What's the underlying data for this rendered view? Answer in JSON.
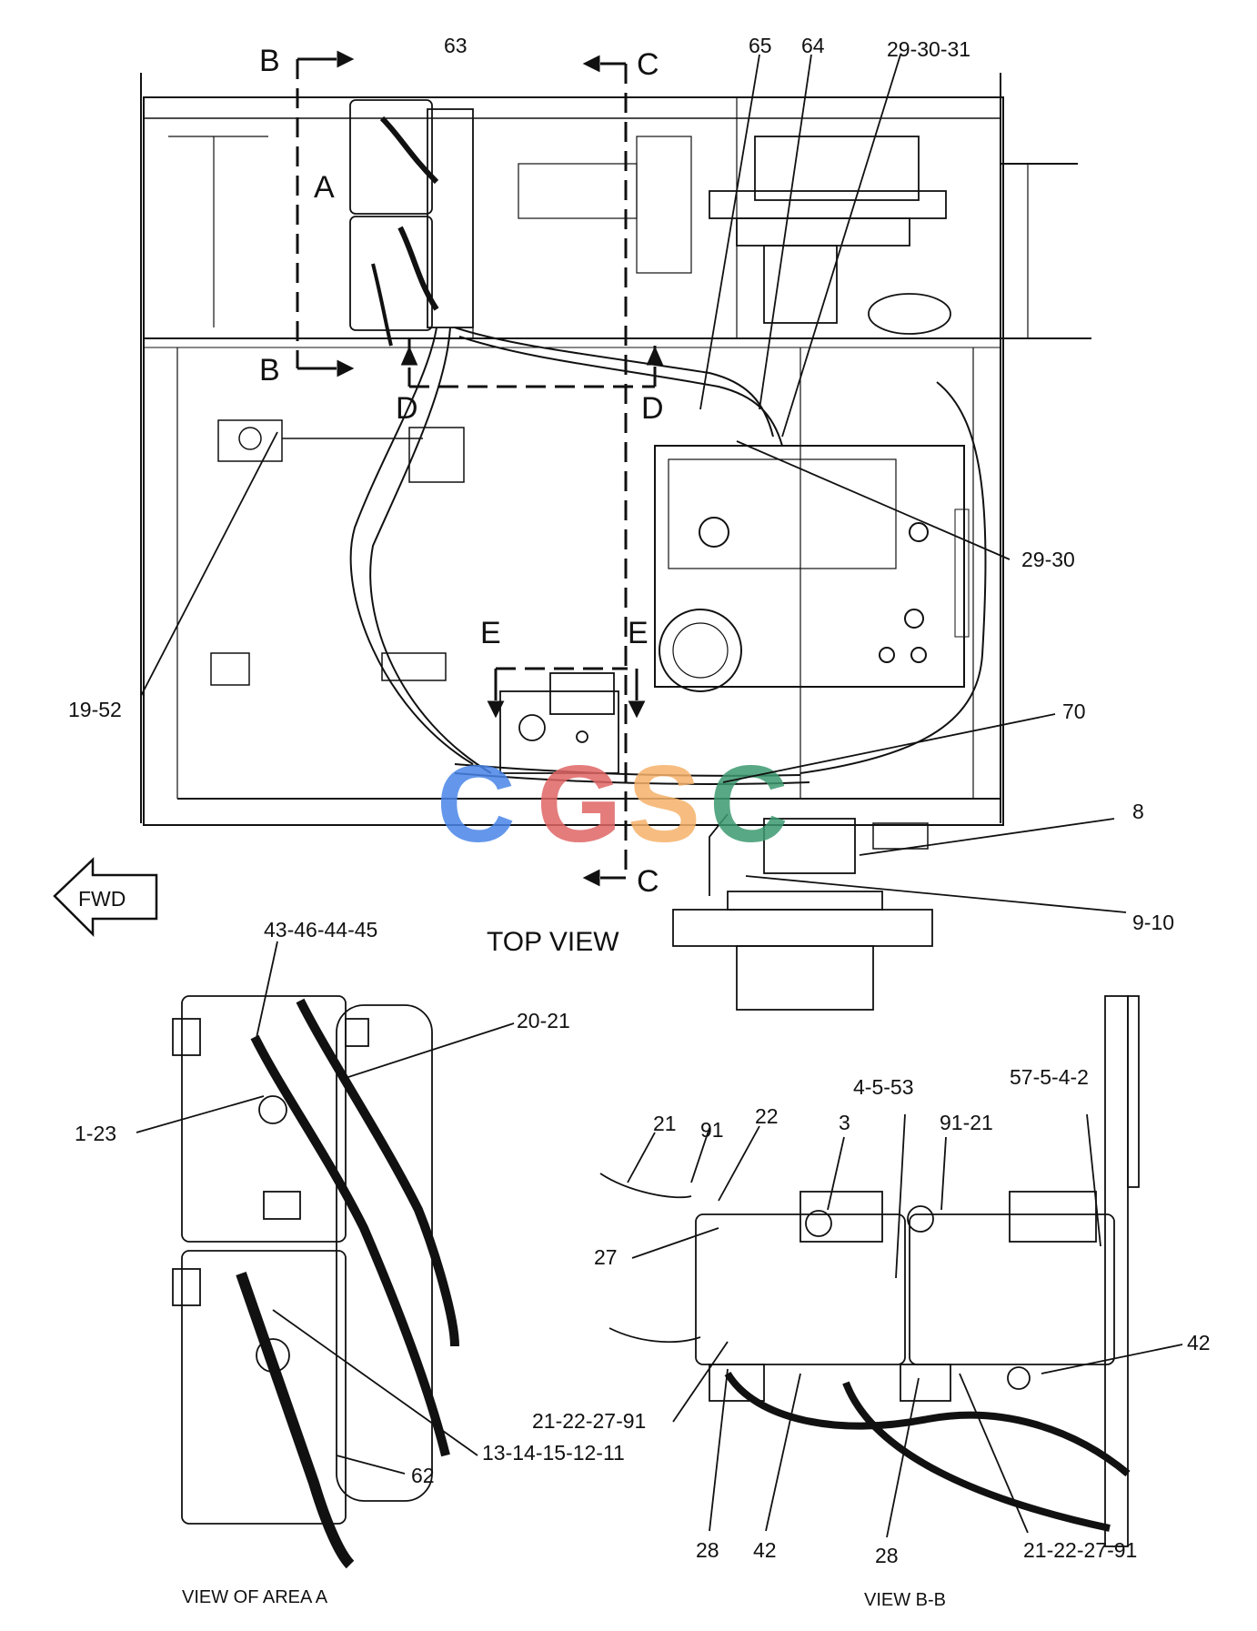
{
  "top_view": {
    "title": "TOP VIEW",
    "section_letters": {
      "b_top": "B",
      "b_bottom": "B",
      "c_top": "C",
      "c_bottom": "C",
      "d_left": "D",
      "d_right": "D",
      "e_left": "E",
      "e_right": "E",
      "a": "A"
    },
    "callouts": {
      "c63": "63",
      "c65": "65",
      "c64": "64",
      "c29_30_31": "29-30-31",
      "c29_30": "29-30",
      "c19_52": "19-52",
      "c70": "70",
      "c8": "8",
      "c9_10": "9-10"
    },
    "direction_label": "FWD"
  },
  "area_a": {
    "title": "VIEW OF AREA  A",
    "callouts": {
      "c43_46_44_45": "43-46-44-45",
      "c20_21": "20-21",
      "c1_23": "1-23",
      "c13_14_15_12_11": "13-14-15-12-11",
      "c62": "62"
    }
  },
  "view_bb": {
    "title": "VIEW  B-B",
    "callouts": {
      "c21": "21",
      "c91": "91",
      "c22": "22",
      "c3": "3",
      "c4_5_53": "4-5-53",
      "c91_21": "91-21",
      "c57_5_4_2": "57-5-4-2",
      "c27": "27",
      "c42_right": "42",
      "c21_22_27_91_left": "21-22-27-91",
      "c28_left": "28",
      "c42_mid": "42",
      "c28_mid": "28",
      "c21_22_27_91_right": "21-22-27-91"
    }
  },
  "watermark": {
    "letters": [
      "C",
      "G",
      "S",
      "C"
    ],
    "colors": [
      "#4a86e8",
      "#e06666",
      "#f6b26b",
      "#3d9970"
    ]
  }
}
